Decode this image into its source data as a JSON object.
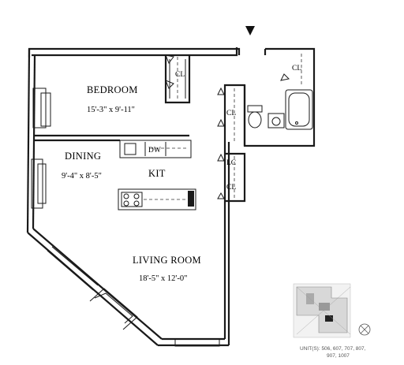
{
  "rooms": {
    "bedroom": {
      "name": "BEDROOM",
      "dims": "15'-3\" x 9'-11\""
    },
    "dining": {
      "name": "DINING",
      "dims": "9'-4\" x 8'-5\""
    },
    "kitchen": {
      "name": "KIT"
    },
    "living": {
      "name": "LIVING ROOM",
      "dims": "18'-5\" x 12'-0\""
    }
  },
  "fixtures": {
    "closet_bedroom": "CL",
    "closet_bath": "CL",
    "closet_hall": "CL",
    "linen_closet": "LC",
    "closet_hall_lower": "CL",
    "dishwasher": "DW"
  },
  "keyplan": {
    "units_line1": "UNIT(S): 506, 607, 707, 807,",
    "units_line2": "907, 1007"
  },
  "icons": {
    "entry": "entry-arrow-icon",
    "compass": "north-compass-icon"
  }
}
